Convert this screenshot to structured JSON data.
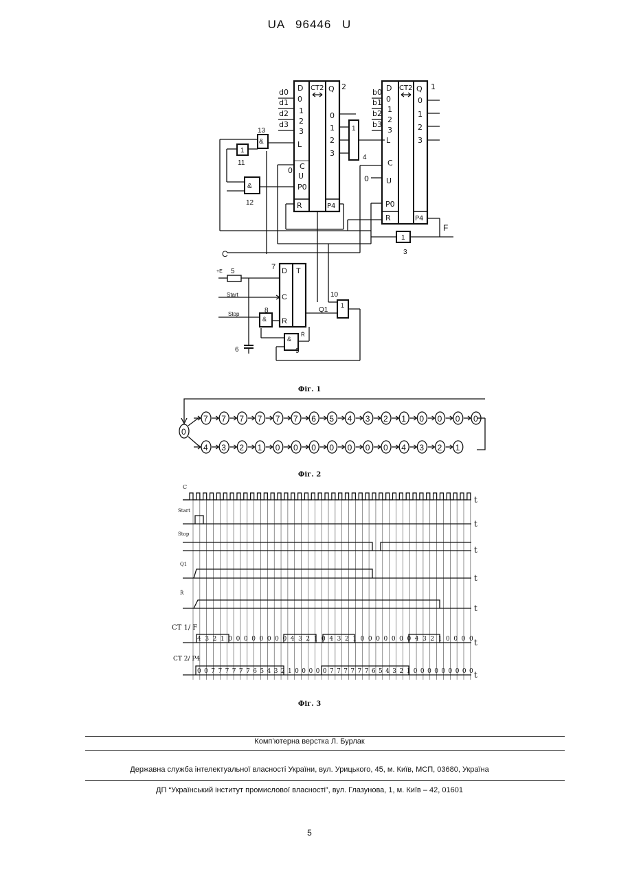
{
  "header": {
    "doc_id": "UA   96446   U"
  },
  "fig1": {
    "caption": "Фіг. 1",
    "ct_label": "CT2",
    "pin_D": "D",
    "pin_Q": "Q",
    "pin_L": "L",
    "pin_C": "C",
    "pin_U": "U",
    "pin_P0": "P0",
    "pin_P4": "P4",
    "pin_R": "R",
    "pin_T": "T",
    "pin_Rbar": "R̄",
    "idx": [
      "0",
      "1",
      "2",
      "3"
    ],
    "zero": "0",
    "d_inputs": [
      "d0",
      "d1",
      "d2",
      "d3"
    ],
    "b_inputs": [
      "b0",
      "b1",
      "b2",
      "b3"
    ],
    "and": "&",
    "or1": "1",
    "num1": "1",
    "num2": "2",
    "num3": "3",
    "num4": "4",
    "num5": "5",
    "num6": "6",
    "num7": "7",
    "num8": "8",
    "num9": "9",
    "num10": "10",
    "num11": "11",
    "num12": "12",
    "num13": "13",
    "sig_F": "F",
    "sig_C": "C",
    "sig_E": "+E",
    "sig_start": "Start",
    "sig_stop": "Stop",
    "sig_Q1": "Q1"
  },
  "fig2": {
    "caption": "Фіг. 2",
    "start_state": "0",
    "row1": [
      "7",
      "7",
      "7",
      "7",
      "7",
      "7",
      "6",
      "5",
      "4",
      "3",
      "2",
      "1",
      "0",
      "0",
      "0",
      "0"
    ],
    "row2": [
      "4",
      "3",
      "2",
      "1",
      "0",
      "0",
      "0",
      "0",
      "0",
      "0",
      "0",
      "4",
      "3",
      "2",
      "1"
    ]
  },
  "fig3": {
    "caption": "Фіг. 3",
    "t": "t",
    "label_C": "C",
    "label_start": "Start",
    "label_stop": "Stop",
    "label_Q1": "Q1",
    "label_Rbar": "R̄",
    "label_ct1": "CT 1/ F",
    "label_ct2": "CT 2/ P4",
    "ct1_seq": [
      "4",
      "3",
      "2",
      "1",
      "0",
      "0",
      "0",
      "0",
      "0",
      "0",
      "0",
      "0",
      "4",
      "3",
      "2",
      "1",
      "0",
      "4",
      "3",
      "2",
      "1",
      "0",
      "0",
      "0",
      "0",
      "0",
      "0",
      "0",
      "4",
      "3",
      "2",
      "1",
      "0",
      "0",
      "0",
      "0"
    ],
    "ct2_seq": [
      "0",
      "0",
      "7",
      "7",
      "7",
      "7",
      "7",
      "7",
      "6",
      "5",
      "4",
      "3",
      "2",
      "1",
      "0",
      "0",
      "0",
      "0",
      "0",
      "7",
      "7",
      "7",
      "7",
      "7",
      "7",
      "6",
      "5",
      "4",
      "3",
      "2",
      "1",
      "0",
      "0",
      "0",
      "0",
      "0",
      "0",
      "0",
      "0",
      "0"
    ]
  },
  "footer": {
    "layout": "Комп’ютерна верстка Л. Бурлак",
    "service": "Державна служба інтелектуальної власності України, вул. Урицького, 45, м. Київ, МСП, 03680, Україна",
    "institute": "ДП “Український інститут промислової власності”, вул. Глазунова, 1, м. Київ – 42, 01601"
  },
  "page_number": "5"
}
